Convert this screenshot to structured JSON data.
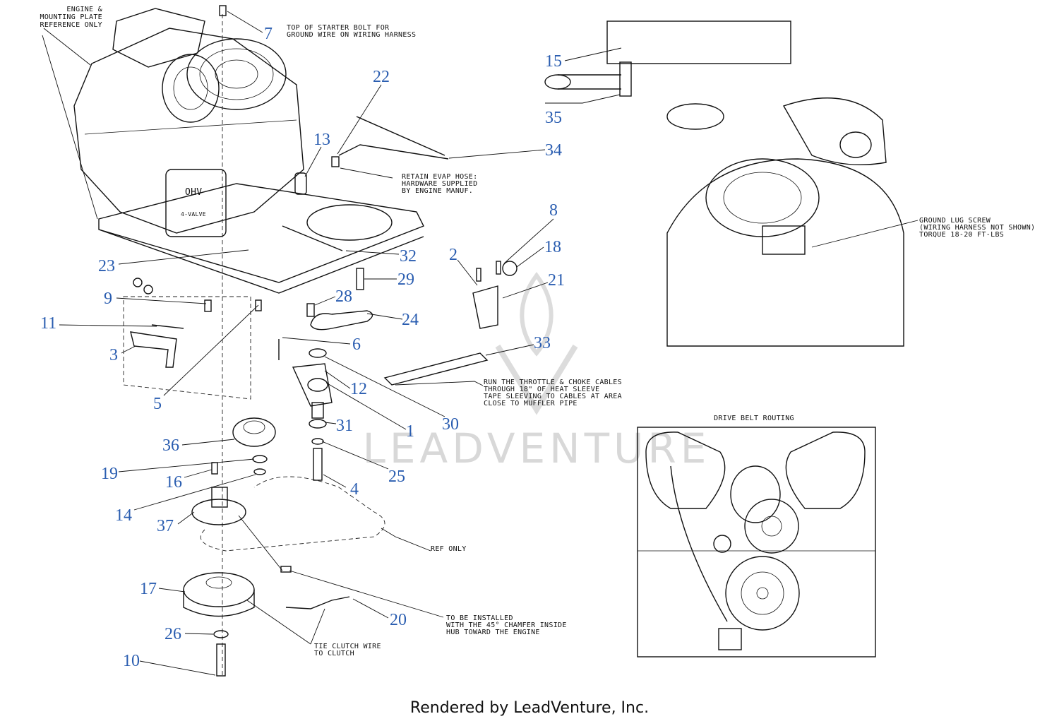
{
  "callouts": [
    {
      "id": "c7",
      "label": "7"
    },
    {
      "id": "c22",
      "label": "22"
    },
    {
      "id": "c13",
      "label": "13"
    },
    {
      "id": "c34",
      "label": "34"
    },
    {
      "id": "c15",
      "label": "15"
    },
    {
      "id": "c35",
      "label": "35"
    },
    {
      "id": "c8",
      "label": "8"
    },
    {
      "id": "c18",
      "label": "18"
    },
    {
      "id": "c2",
      "label": "2"
    },
    {
      "id": "c21",
      "label": "21"
    },
    {
      "id": "c32",
      "label": "32"
    },
    {
      "id": "c29",
      "label": "29"
    },
    {
      "id": "c23",
      "label": "23"
    },
    {
      "id": "c9",
      "label": "9"
    },
    {
      "id": "c28",
      "label": "28"
    },
    {
      "id": "c24",
      "label": "24"
    },
    {
      "id": "c11",
      "label": "11"
    },
    {
      "id": "c6",
      "label": "6"
    },
    {
      "id": "c33",
      "label": "33"
    },
    {
      "id": "c3",
      "label": "3"
    },
    {
      "id": "c12",
      "label": "12"
    },
    {
      "id": "c30",
      "label": "30"
    },
    {
      "id": "c1",
      "label": "1"
    },
    {
      "id": "c5",
      "label": "5"
    },
    {
      "id": "c31",
      "label": "31"
    },
    {
      "id": "c36",
      "label": "36"
    },
    {
      "id": "c25",
      "label": "25"
    },
    {
      "id": "c19",
      "label": "19"
    },
    {
      "id": "c16",
      "label": "16"
    },
    {
      "id": "c4",
      "label": "4"
    },
    {
      "id": "c14",
      "label": "14"
    },
    {
      "id": "c37",
      "label": "37"
    },
    {
      "id": "c17",
      "label": "17"
    },
    {
      "id": "c20",
      "label": "20"
    },
    {
      "id": "c26",
      "label": "26"
    },
    {
      "id": "c10",
      "label": "10"
    }
  ],
  "notes": {
    "engine_ref": [
      "ENGINE &",
      "MOUNTING PLATE",
      "REFERENCE ONLY"
    ],
    "starter_bolt": [
      "TOP OF STARTER BOLT FOR",
      "GROUND WIRE ON WIRING HARNESS"
    ],
    "evap_hose": [
      "RETAIN EVAP HOSE:",
      "HARDWARE SUPPLIED",
      "BY ENGINE MANUF."
    ],
    "ground_lug": [
      "GROUND LUG SCREW",
      "(WIRING HARNESS NOT SHOWN)",
      "TORQUE 18-20 FT-LBS"
    ],
    "throttle_cables": [
      "RUN THE THROTTLE & CHOKE CABLES",
      "THROUGH 18\" OF HEAT SLEEVE",
      "TAPE SLEEVING TO CABLES AT AREA",
      "CLOSE TO MUFFLER PIPE"
    ],
    "drive_belt_routing": "DRIVE BELT ROUTING",
    "ref_only": "REF ONLY",
    "chamfer": [
      "TO BE INSTALLED",
      "WITH THE 45° CHAMFER INSIDE",
      "HUB TOWARD THE ENGINE"
    ],
    "tie_clutch": [
      "TIE CLUTCH WIRE",
      "TO CLUTCH"
    ]
  },
  "engine_labels": {
    "valve_badge": "OHV",
    "valves": "4-VALVE"
  },
  "watermark": "LEADVENTURE",
  "footer": "Rendered by LeadVenture, Inc.",
  "colors": {
    "callout": "#2a5db0",
    "line": "#111111",
    "watermark": "#d8d8d8"
  }
}
